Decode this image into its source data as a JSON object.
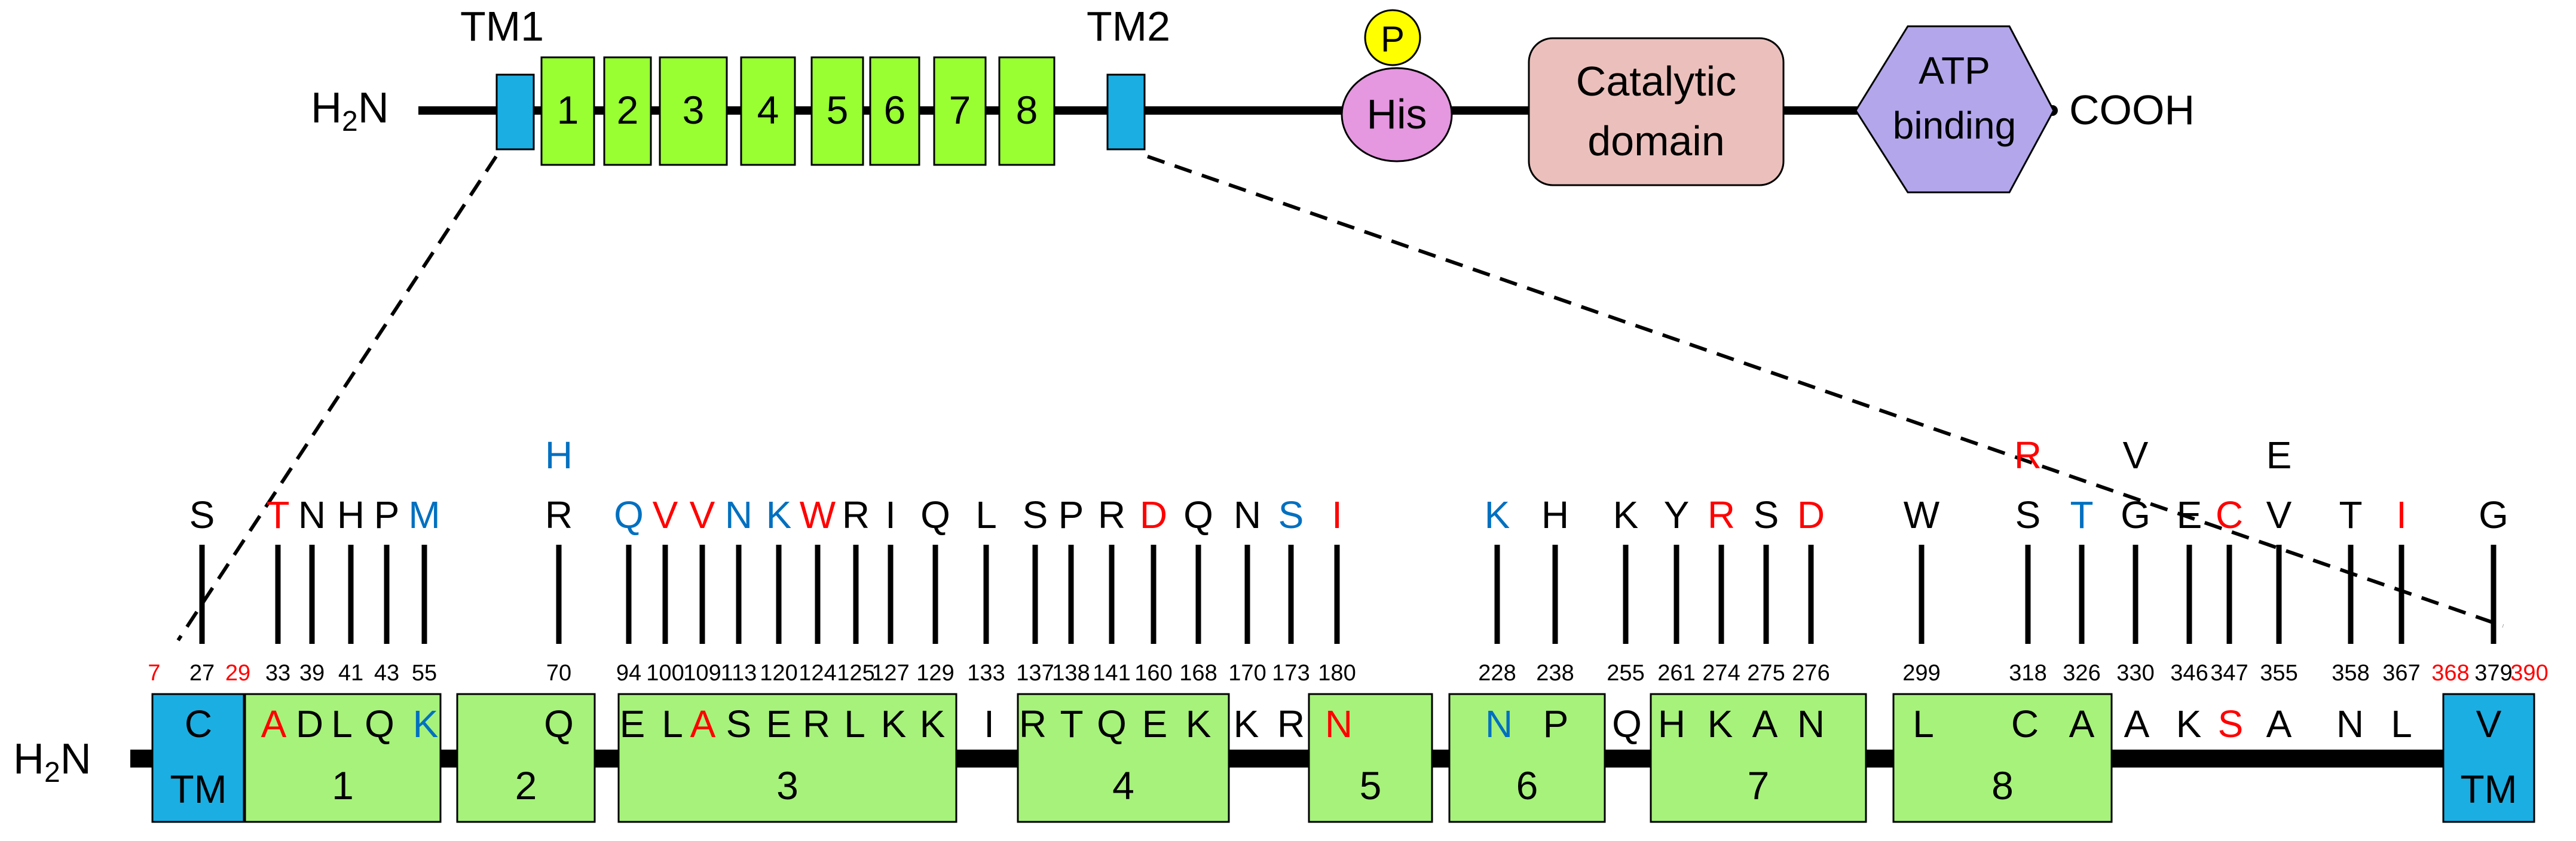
{
  "overview": {
    "n_terminus": "H2N",
    "c_terminus": "COOH",
    "tm1_label": "TM1",
    "tm2_label": "TM2",
    "repeat_labels": [
      "1",
      "2",
      "3",
      "4",
      "5",
      "6",
      "7",
      "8"
    ],
    "phospho_label": "P",
    "his_label": "His",
    "catalytic_lines": [
      "Catalytic",
      "domain"
    ],
    "atp_lines": [
      "ATP",
      "binding"
    ]
  },
  "detail": {
    "n_terminus": "H2N",
    "tm_label": "TM",
    "left_tm_residue": "C",
    "right_tm_residue": "V",
    "segments": [
      {
        "label": "1",
        "residues": [
          {
            "aa": "A",
            "color": "red"
          },
          {
            "aa": "D",
            "color": "black"
          },
          {
            "aa": "L",
            "color": "black"
          },
          {
            "aa": "Q",
            "color": "black"
          },
          {
            "aa": "K",
            "color": "blue"
          }
        ]
      },
      {
        "label": "2",
        "residues": [
          {
            "aa": "Q",
            "color": "black"
          }
        ]
      },
      {
        "label": "3",
        "residues": [
          {
            "aa": "E",
            "color": "black"
          },
          {
            "aa": "L",
            "color": "black"
          },
          {
            "aa": "A",
            "color": "red"
          },
          {
            "aa": "S",
            "color": "black"
          },
          {
            "aa": "E",
            "color": "black"
          },
          {
            "aa": "R",
            "color": "black"
          },
          {
            "aa": "L",
            "color": "black"
          },
          {
            "aa": "K",
            "color": "black"
          },
          {
            "aa": "K",
            "color": "black"
          }
        ]
      },
      {
        "label": "4",
        "residues": [
          {
            "aa": "R",
            "color": "black"
          },
          {
            "aa": "T",
            "color": "black"
          },
          {
            "aa": "Q",
            "color": "black"
          },
          {
            "aa": "E",
            "color": "black"
          },
          {
            "aa": "K",
            "color": "black"
          }
        ]
      },
      {
        "label": "5",
        "residues": [
          {
            "aa": "N",
            "color": "red"
          }
        ]
      },
      {
        "label": "6",
        "residues": [
          {
            "aa": "N",
            "color": "blue"
          },
          {
            "aa": "P",
            "color": "black"
          }
        ]
      },
      {
        "label": "7",
        "residues": [
          {
            "aa": "H",
            "color": "black"
          },
          {
            "aa": "K",
            "color": "black"
          },
          {
            "aa": "A",
            "color": "black"
          },
          {
            "aa": "N",
            "color": "black"
          }
        ]
      },
      {
        "label": "8",
        "residues": [
          {
            "aa": "L",
            "color": "black"
          },
          {
            "aa": "C",
            "color": "black"
          },
          {
            "aa": "A",
            "color": "black"
          }
        ]
      }
    ],
    "linker_residues": [
      {
        "aa": "I",
        "color": "black"
      },
      {
        "aa": "K",
        "color": "black"
      },
      {
        "aa": "R",
        "color": "black"
      },
      {
        "aa": "Q",
        "color": "black"
      },
      {
        "aa": "A",
        "color": "black"
      },
      {
        "aa": "K",
        "color": "black"
      },
      {
        "aa": "S",
        "color": "red"
      },
      {
        "aa": "A",
        "color": "black"
      },
      {
        "aa": "N",
        "color": "black"
      },
      {
        "aa": "L",
        "color": "black"
      }
    ],
    "end_positions": [
      {
        "num": "7",
        "color": "red"
      },
      {
        "num": "29",
        "color": "red"
      },
      {
        "num": "368",
        "color": "red"
      },
      {
        "num": "390",
        "color": "red"
      }
    ],
    "variants": [
      {
        "pos": "27",
        "aa": "S",
        "color": "black"
      },
      {
        "pos": "33",
        "aa": "T",
        "color": "red"
      },
      {
        "pos": "39",
        "aa": "N",
        "color": "black"
      },
      {
        "pos": "41",
        "aa": "H",
        "color": "black"
      },
      {
        "pos": "43",
        "aa": "P",
        "color": "black"
      },
      {
        "pos": "55",
        "aa": "M",
        "color": "blue"
      },
      {
        "pos": "70",
        "aa": "R",
        "color": "black",
        "extra": {
          "aa": "H",
          "color": "blue"
        }
      },
      {
        "pos": "94",
        "aa": "Q",
        "color": "blue"
      },
      {
        "pos": "100",
        "aa": "V",
        "color": "red"
      },
      {
        "pos": "109",
        "aa": "V",
        "color": "red"
      },
      {
        "pos": "113",
        "aa": "N",
        "color": "blue"
      },
      {
        "pos": "120",
        "aa": "K",
        "color": "blue"
      },
      {
        "pos": "124",
        "aa": "W",
        "color": "red"
      },
      {
        "pos": "125",
        "aa": "R",
        "color": "black"
      },
      {
        "pos": "127",
        "aa": "I",
        "color": "black"
      },
      {
        "pos": "129",
        "aa": "Q",
        "color": "black"
      },
      {
        "pos": "133",
        "aa": "L",
        "color": "black"
      },
      {
        "pos": "137",
        "aa": "S",
        "color": "black"
      },
      {
        "pos": "138",
        "aa": "P",
        "color": "black"
      },
      {
        "pos": "141",
        "aa": "R",
        "color": "black"
      },
      {
        "pos": "160",
        "aa": "D",
        "color": "red"
      },
      {
        "pos": "168",
        "aa": "Q",
        "color": "black"
      },
      {
        "pos": "170",
        "aa": "N",
        "color": "black"
      },
      {
        "pos": "173",
        "aa": "S",
        "color": "blue"
      },
      {
        "pos": "180",
        "aa": "I",
        "color": "red"
      },
      {
        "pos": "228",
        "aa": "K",
        "color": "blue"
      },
      {
        "pos": "238",
        "aa": "H",
        "color": "black"
      },
      {
        "pos": "255",
        "aa": "K",
        "color": "black"
      },
      {
        "pos": "261",
        "aa": "Y",
        "color": "black"
      },
      {
        "pos": "274",
        "aa": "R",
        "color": "red"
      },
      {
        "pos": "275",
        "aa": "S",
        "color": "black"
      },
      {
        "pos": "276",
        "aa": "D",
        "color": "red"
      },
      {
        "pos": "299",
        "aa": "W",
        "color": "black"
      },
      {
        "pos": "318",
        "aa": "S",
        "color": "black",
        "extra": {
          "aa": "R",
          "color": "red"
        }
      },
      {
        "pos": "326",
        "aa": "T",
        "color": "blue"
      },
      {
        "pos": "330",
        "aa": "G",
        "color": "black",
        "extra": {
          "aa": "V",
          "color": "black"
        }
      },
      {
        "pos": "346",
        "aa": "E",
        "color": "black"
      },
      {
        "pos": "347",
        "aa": "C",
        "color": "red"
      },
      {
        "pos": "355",
        "aa": "V",
        "color": "black",
        "extra": {
          "aa": "E",
          "color": "black"
        }
      },
      {
        "pos": "358",
        "aa": "T",
        "color": "black"
      },
      {
        "pos": "367",
        "aa": "I",
        "color": "red"
      },
      {
        "pos": "379",
        "aa": "G",
        "color": "black"
      }
    ]
  },
  "colors": {
    "tm": "#1BAEE3",
    "repeat_dark": "#99FF33",
    "repeat_light": "#A6F27A",
    "his": "#E597E0",
    "phospho": "#FFFF00",
    "catalytic": "#EBC0BC",
    "atp": "#B3A6EB",
    "red": "#FF0000",
    "blue": "#0070C0",
    "black": "#000000"
  }
}
